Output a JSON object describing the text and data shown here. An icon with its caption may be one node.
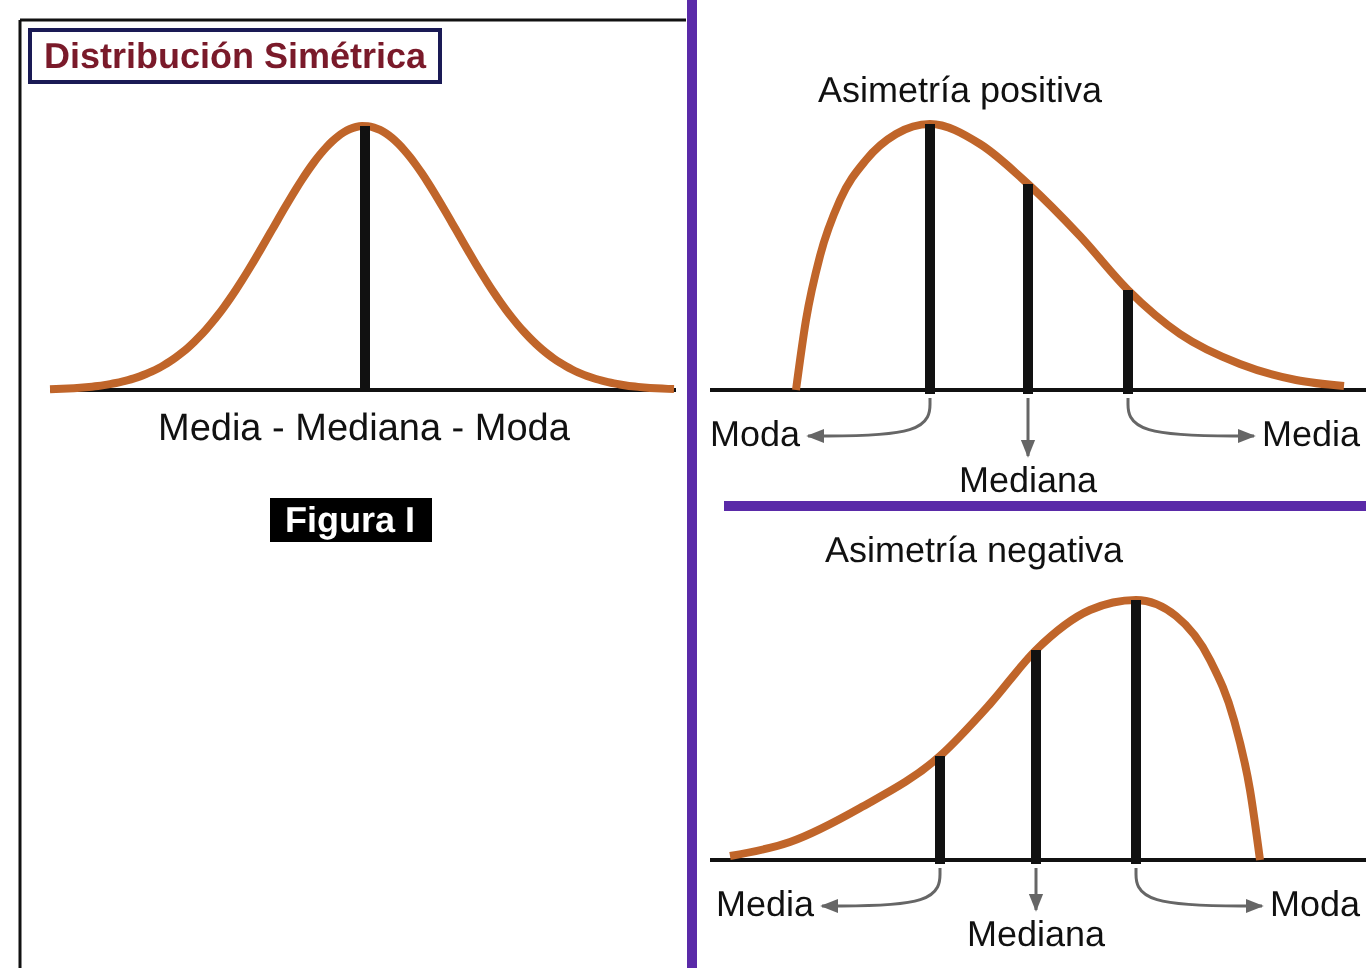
{
  "diagram": {
    "title": "Distribución Simétrica",
    "nodes": [
      {
        "text": [],
        "shape": "bar"
      },
      {
        "text": [],
        "shape": "bar"
      },
      {
        "text": [],
        "shape": "bar"
      },
      {
        "text": [
          "Moda"
        ]
      },
      {
        "text": [
          "Mediana"
        ]
      },
      {
        "text": [
          "Media"
        ]
      },
      {
        "text": [],
        "shape": "bar"
      },
      {
        "text": [],
        "shape": "bar"
      },
      {
        "text": [],
        "shape": "bar"
      },
      {
        "text": [
          "Media"
        ]
      },
      {
        "text": [
          "Mediana"
        ]
      },
      {
        "text": [
          "Moda"
        ]
      }
    ],
    "edges": [
      {
        "from": 0,
        "to": 3,
        "arrow": "to"
      },
      {
        "from": 1,
        "to": 4,
        "arrow": "to"
      },
      {
        "from": 2,
        "to": 5,
        "arrow": "to"
      },
      {
        "from": 6,
        "to": 9,
        "arrow": "to"
      },
      {
        "from": 7,
        "to": 10,
        "arrow": "to"
      },
      {
        "from": 8,
        "to": 11,
        "arrow": "to"
      }
    ],
    "labels": [
      "Media - Mediana - Moda",
      "Figura I",
      "Asimetría positiva",
      "Asimetría negativa"
    ]
  }
}
